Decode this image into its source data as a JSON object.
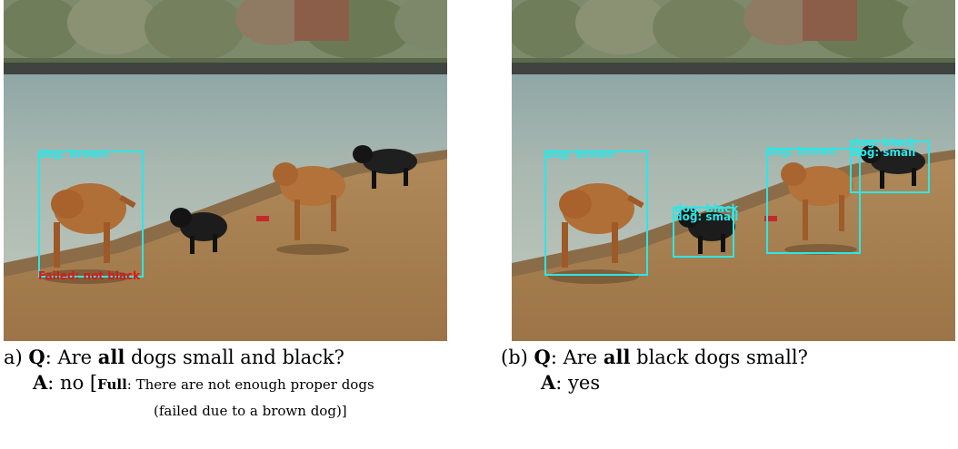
{
  "panel_a": {
    "boxes": [
      {
        "label": "dog: brown"
      }
    ],
    "fail_label": "Failed: not black",
    "caption": {
      "prefix": "a)",
      "q_label": "Q",
      "q_text_1": ": Are ",
      "q_bold": "all",
      "q_text_2": " dogs small and black?",
      "a_label": "A",
      "a_text": ": no [",
      "full_label": "Full",
      "full_text": ": There are not enough proper dogs",
      "full_text_2": "(failed due to a brown dog)]"
    }
  },
  "panel_b": {
    "boxes": [
      {
        "label": "dog: brown"
      },
      {
        "label_1": "dog: black",
        "label_2": "dog: small"
      },
      {
        "label": "dog: brown"
      },
      {
        "label_1": "dog: black",
        "label_2": "dog: small"
      }
    ],
    "caption": {
      "prefix": "(b)",
      "q_label": "Q",
      "q_text_1": ": Are ",
      "q_bold": "all",
      "q_text_2": " black dogs small?",
      "a_label": "A",
      "a_text": ": yes"
    }
  },
  "colors": {
    "box": "#2ee6e6",
    "fail": "#e01515"
  }
}
